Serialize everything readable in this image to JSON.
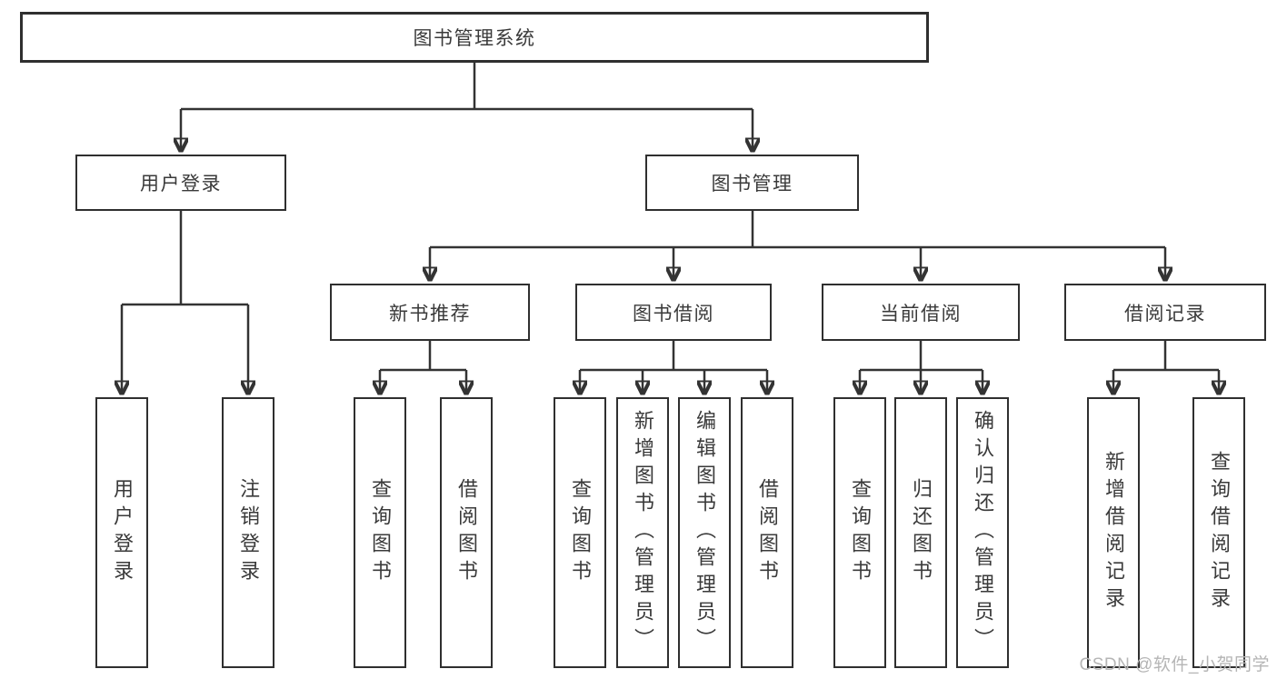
{
  "diagram": {
    "root": {
      "label": "图书管理系统"
    },
    "branches": [
      {
        "label": "用户登录",
        "children": [
          "用户登录",
          "注销登录"
        ]
      },
      {
        "label": "图书管理",
        "groups": [
          {
            "label": "新书推荐",
            "children": [
              "查询图书",
              "借阅图书"
            ]
          },
          {
            "label": "图书借阅",
            "children": [
              "查询图书",
              "新增图书（管理员）",
              "编辑图书（管理员）",
              "借阅图书"
            ]
          },
          {
            "label": "当前借阅",
            "children": [
              "查询图书",
              "归还图书",
              "确认归还（管理员）"
            ]
          },
          {
            "label": "借阅记录",
            "children": [
              "新增借阅记录",
              "查询借阅记录"
            ]
          }
        ]
      }
    ]
  },
  "watermark": {
    "text": "CSDN @软件_小贺同学"
  },
  "colors": {
    "line": "#333333",
    "box_border": "#2f2f2f",
    "text": "#3a3a3a",
    "watermark": "#b5b5b5",
    "background": "#ffffff"
  }
}
